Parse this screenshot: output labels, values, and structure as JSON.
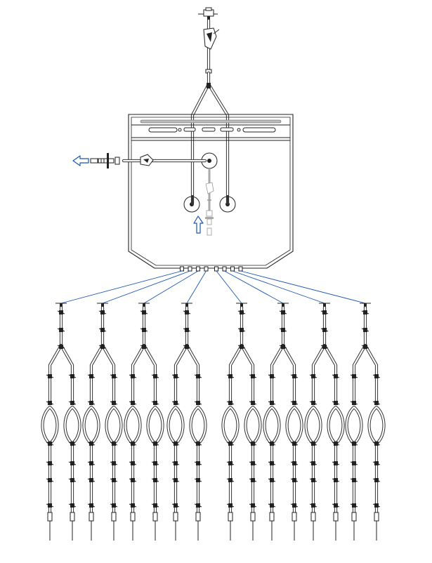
{
  "diagram": {
    "colors": {
      "line": "#222222",
      "leader": "#1a56b0",
      "background": "#ffffff"
    },
    "arrows": [
      {
        "name": "outlet-direction-arrow",
        "direction": "left"
      },
      {
        "name": "inlet-direction-arrow",
        "direction": "up"
      }
    ],
    "top_branch_count": 2,
    "bottom_line_count": 8,
    "bottom_branches_per_line": 2,
    "bag_ports": 3,
    "label_strip_slots": 5
  }
}
